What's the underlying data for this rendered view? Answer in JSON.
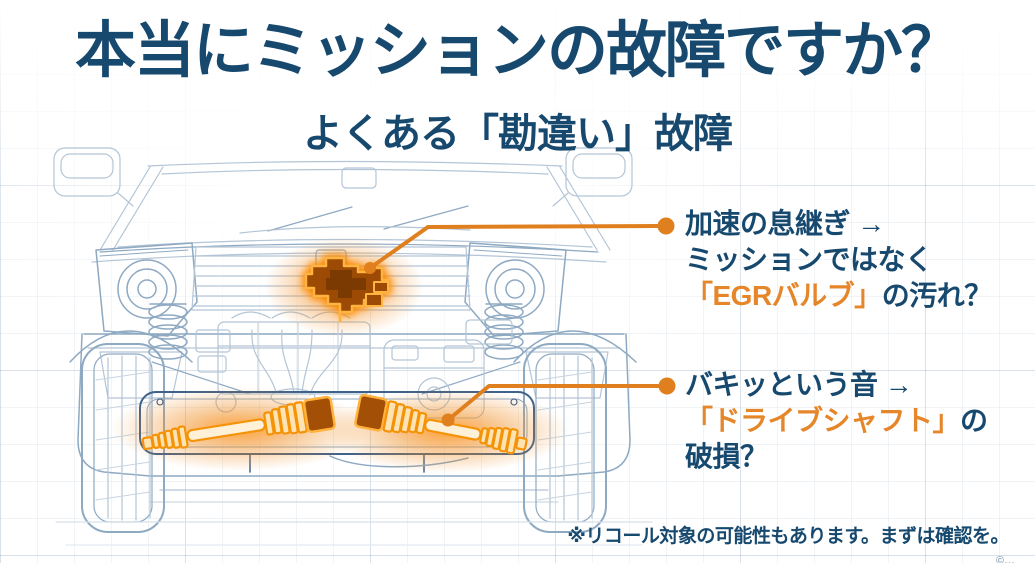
{
  "infographic": {
    "title": "本当にミッションの故障ですか？",
    "subtitle": "よくある「勘違い」故障",
    "footnote": "※リコール対象の可能性もあります。まずは確認を。",
    "credit_partial": "©…",
    "colors": {
      "navy": "#17496f",
      "orange_line": "#e07f1e",
      "orange_text": "#e5862a",
      "glow": "#ff9a26",
      "wireframe_light": "#b3c5d6",
      "wireframe_dark": "#3f628a"
    },
    "diagram": {
      "highlighted_parts": [
        "EGRバルブ",
        "ドライブシャフト"
      ]
    },
    "callouts": [
      {
        "symptom": "加速の息継ぎ →",
        "line2": "ミッションではなく",
        "highlight": "「EGRバルブ」",
        "rest": "の汚れ？"
      },
      {
        "symptom": "バキッという音 →",
        "highlight": "「ドライブシャフト」",
        "rest": "の",
        "line3": "破損？"
      }
    ]
  }
}
